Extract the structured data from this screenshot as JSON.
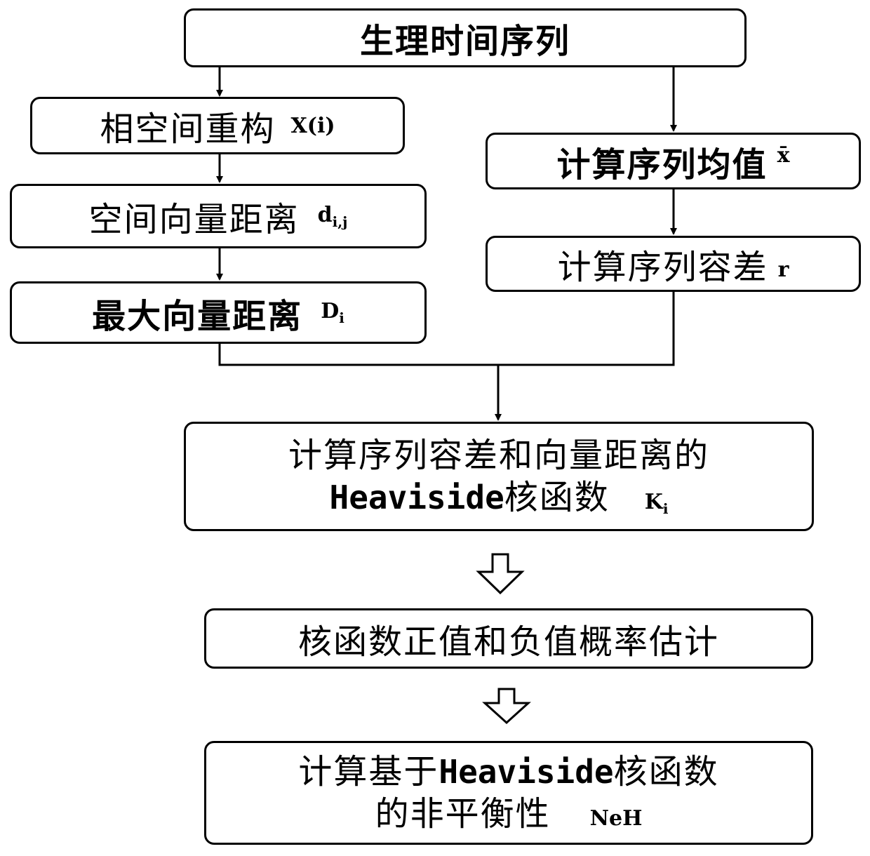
{
  "nodes": {
    "start": {
      "label": "生理时间序列"
    },
    "phase_space": {
      "label": "相空间重构",
      "symbol": "X(i)"
    },
    "vector_distance": {
      "label": "空间向量距离",
      "symbol_base": "d",
      "symbol_sub": "i,j"
    },
    "max_distance": {
      "label": "最大向量距离",
      "symbol_base": "D",
      "symbol_sub": "i"
    },
    "mean": {
      "label": "计算序列均值",
      "symbol": "x̄"
    },
    "tolerance": {
      "label": "计算序列容差",
      "symbol": "r"
    },
    "kernel": {
      "line1": "计算序列容差和向量距离的",
      "line2_latin": "Heaviside",
      "line2_cjk": "核函数",
      "symbol_base": "K",
      "symbol_sub": "i"
    },
    "probability": {
      "label": "核函数正值和负值概率估计"
    },
    "result": {
      "line1_cjk": "计算基于",
      "line1_latin": "Heaviside",
      "line1_cjk2": "核函数",
      "line2": "的非平衡性",
      "symbol": "NeH"
    }
  }
}
